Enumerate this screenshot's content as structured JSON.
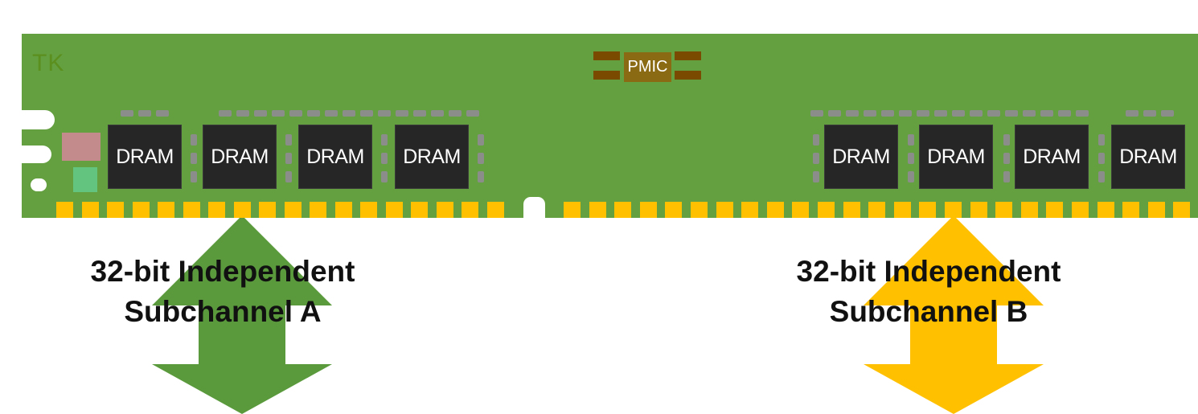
{
  "board": {
    "logo": "TK",
    "pmic_label": "PMIC",
    "colors": {
      "pcb": "#64a040",
      "contact": "#ffc000",
      "chip": "#262626"
    }
  },
  "subchannel_a": {
    "chips": [
      "DRAM",
      "DRAM",
      "DRAM",
      "DRAM"
    ],
    "label_line1": "32-bit Independent",
    "label_line2": "Subchannel A",
    "arrow_color": "#5a9a3c"
  },
  "subchannel_b": {
    "chips": [
      "DRAM",
      "DRAM",
      "DRAM",
      "DRAM"
    ],
    "label_line1": "32-bit Independent",
    "label_line2": "Subchannel B",
    "arrow_color": "#ffc000"
  }
}
